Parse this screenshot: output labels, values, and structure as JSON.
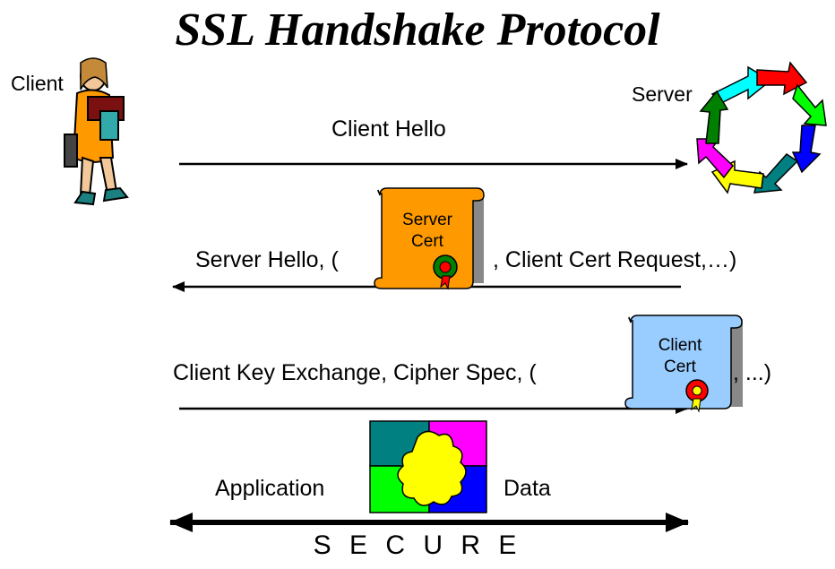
{
  "title": "SSL Handshake Protocol",
  "actors": {
    "client": "Client",
    "server": "Server"
  },
  "messages": {
    "client_hello": "Client Hello",
    "server_hello_prefix": "Server Hello, (",
    "server_hello_suffix": ", Client Cert Request,…)",
    "client_key_prefix": "Client Key Exchange, Cipher Spec, (",
    "client_key_suffix": ", ...)",
    "application": "Application",
    "data": "Data"
  },
  "certificates": {
    "server": [
      "Server",
      "Cert"
    ],
    "client": [
      "Client",
      "Cert"
    ]
  },
  "footer": "S E C U R E",
  "colors": {
    "server_cert": "#ff9900",
    "client_cert": "#99ccff",
    "ribbon_green": "#008000",
    "ribbon_red": "#ff0000",
    "puzzle": [
      "#008080",
      "#ff00ff",
      "#00ff00",
      "#0000ff",
      "#ffff00"
    ],
    "cycle": [
      "#00ffff",
      "#ff0000",
      "#00ff00",
      "#0000ff",
      "#008080",
      "#ffff00",
      "#ff00ff",
      "#008000"
    ]
  },
  "icons": [
    "person-icon",
    "cycle-arrows-icon",
    "certificate-scroll-icon",
    "puzzle-icon"
  ]
}
